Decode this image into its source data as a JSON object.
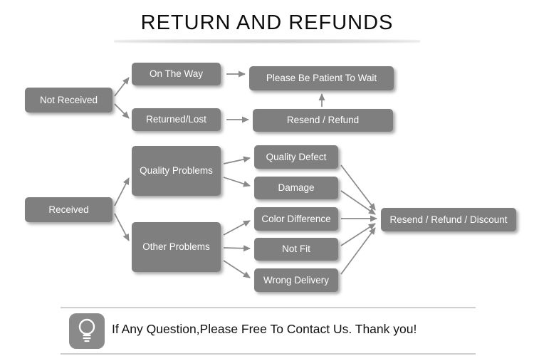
{
  "title": "RETURN AND REFUNDS",
  "nodes": {
    "not_received": "Not Received",
    "on_the_way": "On The Way",
    "returned_lost": "Returned/Lost",
    "please_wait": "Please Be Patient To Wait",
    "resend_refund": "Resend / Refund",
    "received": "Received",
    "quality_problems": "Quality Problems",
    "other_problems": "Other Problems",
    "quality_defect": "Quality Defect",
    "damage": "Damage",
    "color_difference": "Color Difference",
    "not_fit": "Not Fit",
    "wrong_delivery": "Wrong Delivery",
    "resend_refund_discount": "Resend / Refund / Discount"
  },
  "edges": [
    {
      "from": "not_received",
      "to": "on_the_way"
    },
    {
      "from": "not_received",
      "to": "returned_lost"
    },
    {
      "from": "on_the_way",
      "to": "please_wait"
    },
    {
      "from": "returned_lost",
      "to": "resend_refund"
    },
    {
      "from": "resend_refund",
      "to": "please_wait"
    },
    {
      "from": "received",
      "to": "quality_problems"
    },
    {
      "from": "received",
      "to": "other_problems"
    },
    {
      "from": "quality_problems",
      "to": "quality_defect"
    },
    {
      "from": "quality_problems",
      "to": "damage"
    },
    {
      "from": "other_problems",
      "to": "color_difference"
    },
    {
      "from": "other_problems",
      "to": "not_fit"
    },
    {
      "from": "other_problems",
      "to": "wrong_delivery"
    },
    {
      "from": "quality_defect",
      "to": "resend_refund_discount"
    },
    {
      "from": "damage",
      "to": "resend_refund_discount"
    },
    {
      "from": "color_difference",
      "to": "resend_refund_discount"
    },
    {
      "from": "not_fit",
      "to": "resend_refund_discount"
    },
    {
      "from": "wrong_delivery",
      "to": "resend_refund_discount"
    }
  ],
  "footer": {
    "message": "If Any Question,Please Free To Contact Us. Thank you!"
  },
  "colors": {
    "node_fill": "#7f7f7f",
    "node_text": "#ffffff",
    "arrow": "#8a8a8a",
    "title_text": "#0d0d0d"
  }
}
